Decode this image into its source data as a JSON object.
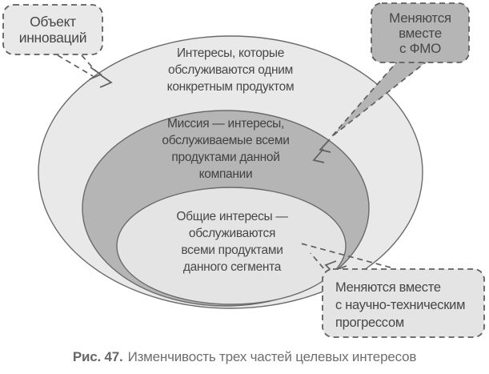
{
  "ellipses": {
    "outer": {
      "text": "Интересы, которые\nобслуживаются одним\nконкретным продуктом"
    },
    "middle": {
      "text": "Миссия — интересы,\nобслуживаемые всеми\nпродуктами данной\nкомпании"
    },
    "inner": {
      "text": "Общие интересы —\nобслуживаются\nвсеми продуктами\nданного сегмента"
    }
  },
  "callouts": {
    "object_innovation": {
      "text": "Объект\nинноваций"
    },
    "fmo": {
      "text": "Меняются\nвместе\nс ФМО"
    },
    "progress": {
      "text": "Меняются вместе\nс научно-техническим\nпрогрессом"
    }
  },
  "caption": {
    "prefix": "Рис. 47.",
    "text": "Изменчивость трех частей целевых интересов"
  },
  "colors": {
    "light_fill": "#e9e9e9",
    "medium_fill": "#b5b5b5",
    "inner_fill": "#e4e4e4",
    "stroke": "#6a6a6a",
    "dashed_stroke": "#5f5f5f",
    "text": "#474747",
    "caption_text": "#6e6e6e"
  }
}
